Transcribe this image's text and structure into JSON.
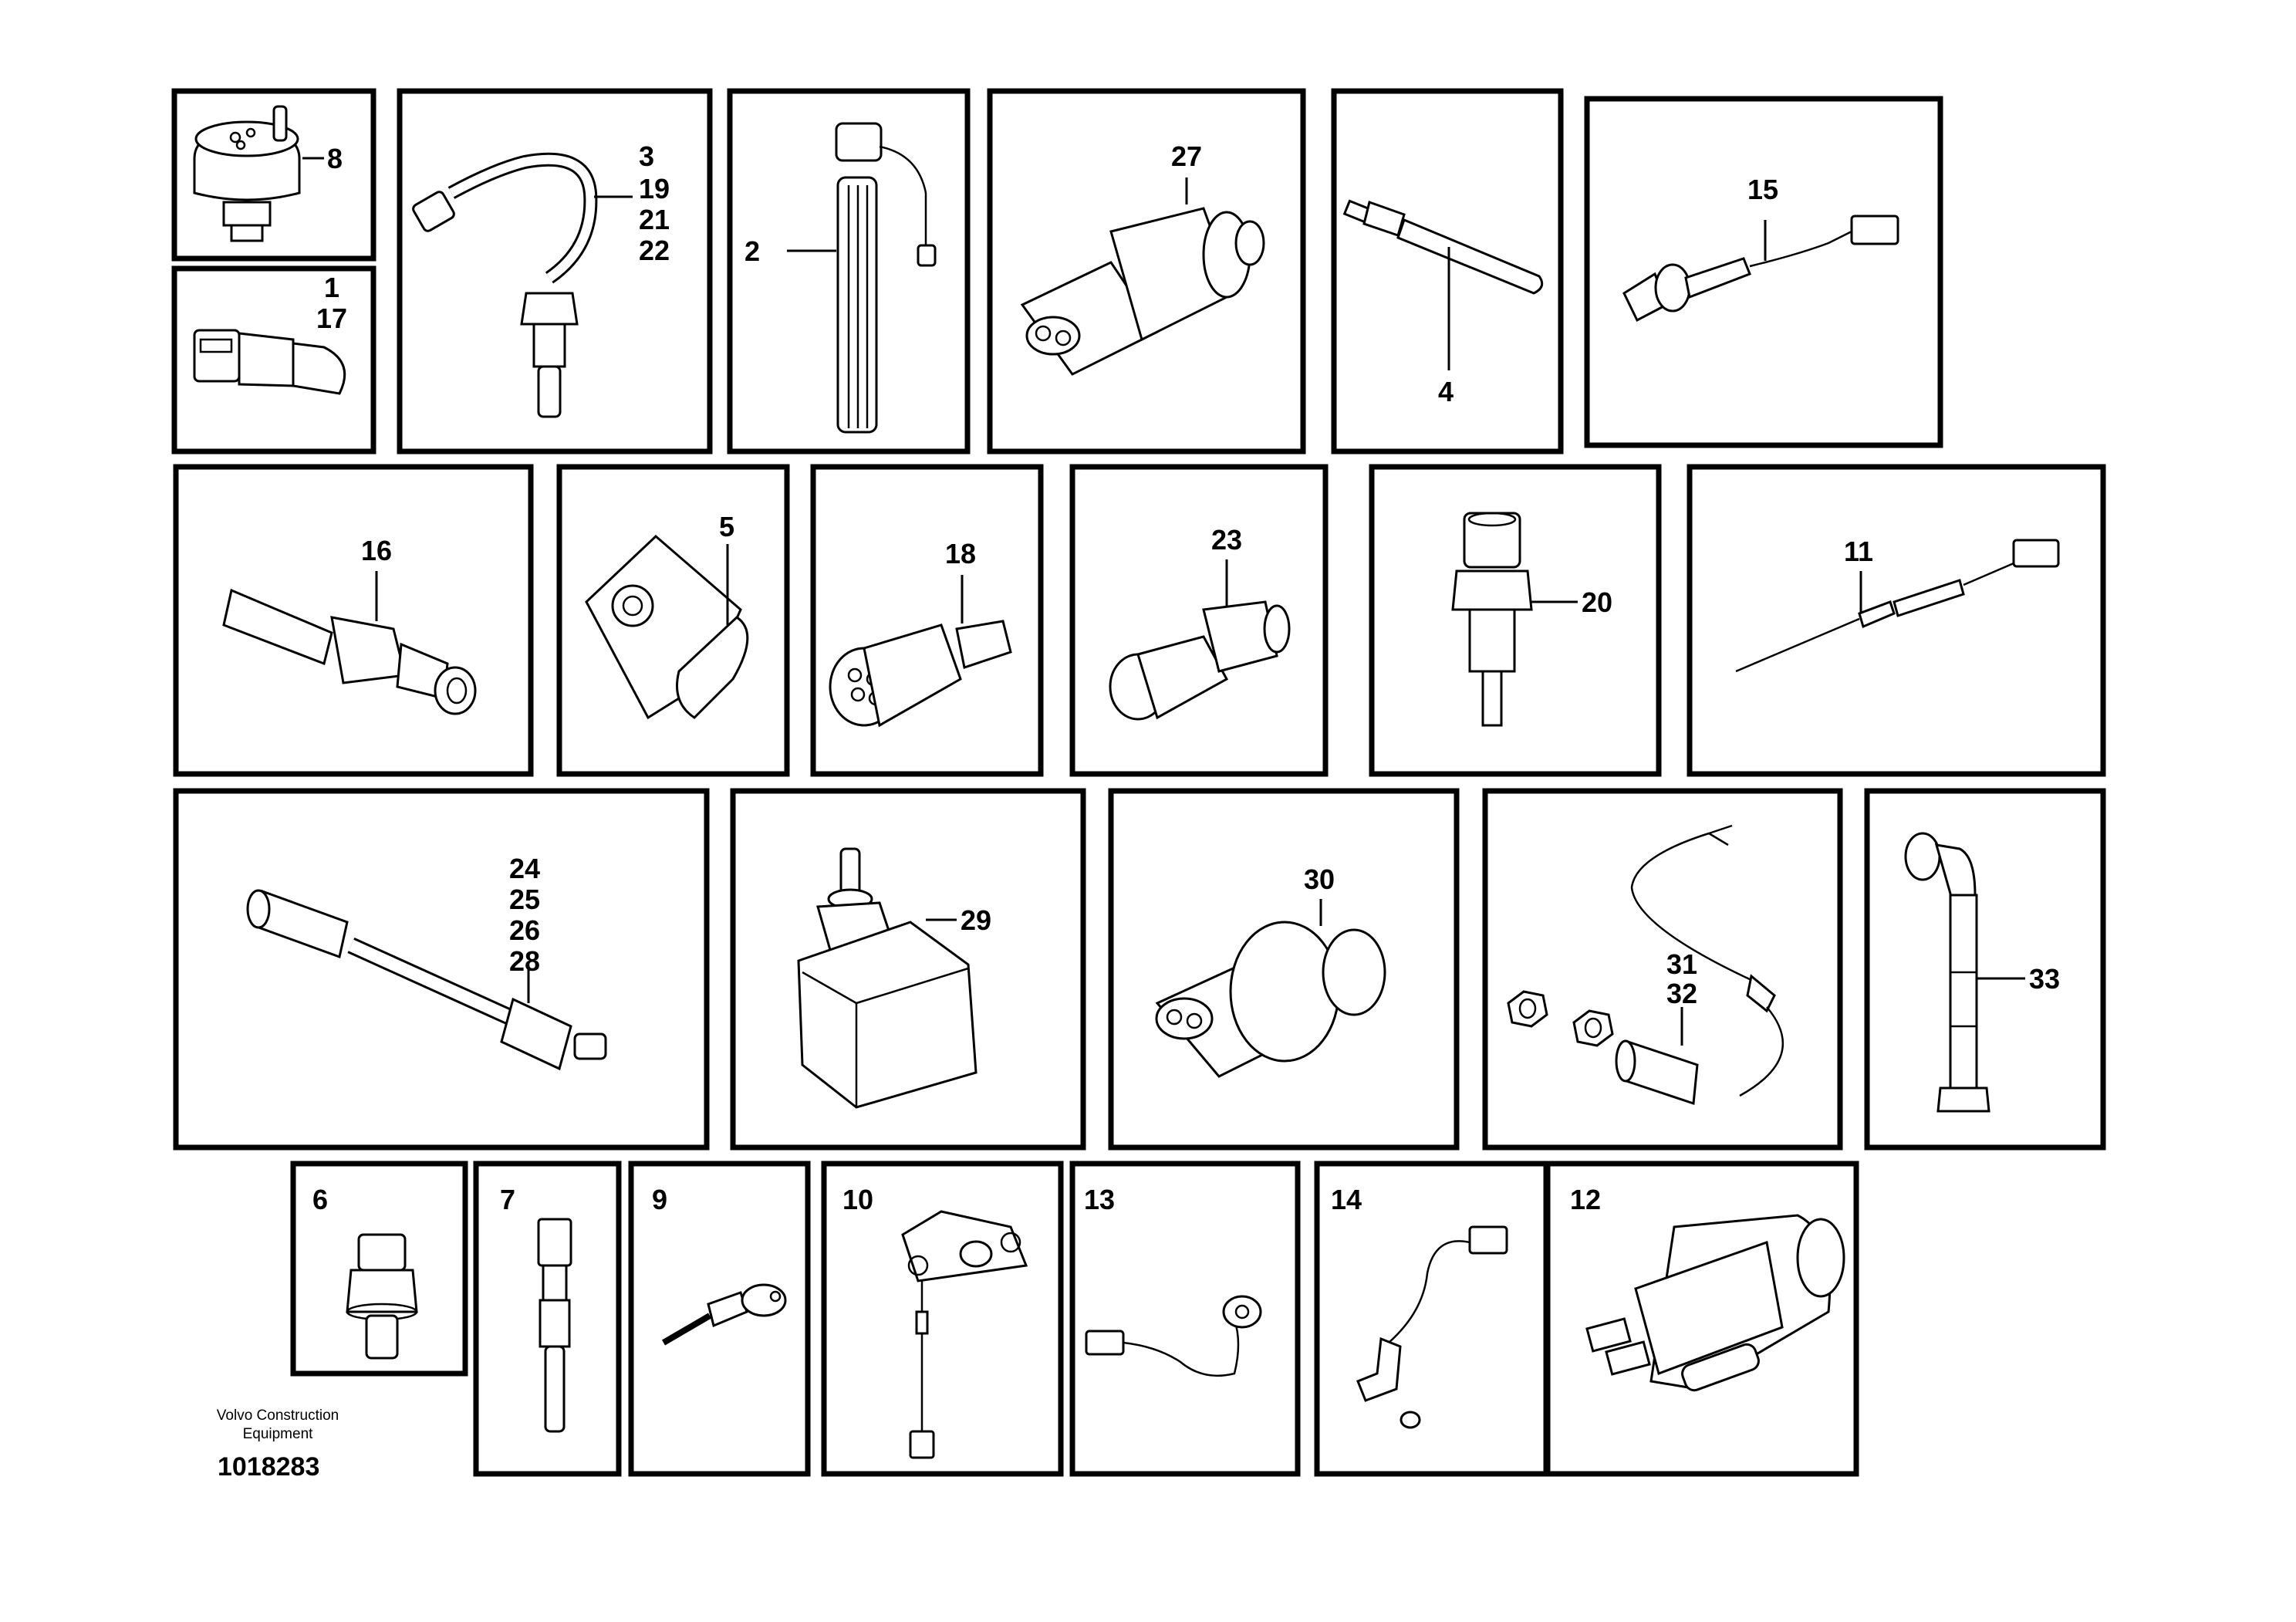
{
  "footer": {
    "company_line1": "Volvo Construction",
    "company_line2": "Equipment",
    "document_number": "1018283"
  },
  "panels": [
    {
      "id": "p8",
      "labels": [
        "8"
      ]
    },
    {
      "id": "p1",
      "labels": [
        "1",
        "17"
      ]
    },
    {
      "id": "p3",
      "labels": [
        "3",
        "19",
        "21",
        "22"
      ]
    },
    {
      "id": "p2",
      "labels": [
        "2"
      ]
    },
    {
      "id": "p27",
      "labels": [
        "27"
      ]
    },
    {
      "id": "p4",
      "labels": [
        "4"
      ]
    },
    {
      "id": "p15",
      "labels": [
        "15"
      ]
    },
    {
      "id": "p16",
      "labels": [
        "16"
      ]
    },
    {
      "id": "p5",
      "labels": [
        "5"
      ]
    },
    {
      "id": "p18",
      "labels": [
        "18"
      ]
    },
    {
      "id": "p23",
      "labels": [
        "23"
      ]
    },
    {
      "id": "p20",
      "labels": [
        "20"
      ]
    },
    {
      "id": "p11",
      "labels": [
        "11"
      ]
    },
    {
      "id": "p24",
      "labels": [
        "24",
        "25",
        "26",
        "28"
      ]
    },
    {
      "id": "p29",
      "labels": [
        "29"
      ]
    },
    {
      "id": "p30",
      "labels": [
        "30"
      ]
    },
    {
      "id": "p31",
      "labels": [
        "31",
        "32"
      ]
    },
    {
      "id": "p33",
      "labels": [
        "33"
      ]
    },
    {
      "id": "p6",
      "labels": [
        "6"
      ]
    },
    {
      "id": "p7",
      "labels": [
        "7"
      ]
    },
    {
      "id": "p9",
      "labels": [
        "9"
      ]
    },
    {
      "id": "p10",
      "labels": [
        "10"
      ]
    },
    {
      "id": "p13",
      "labels": [
        "13"
      ]
    },
    {
      "id": "p14",
      "labels": [
        "14"
      ]
    },
    {
      "id": "p12",
      "labels": [
        "12"
      ]
    }
  ]
}
